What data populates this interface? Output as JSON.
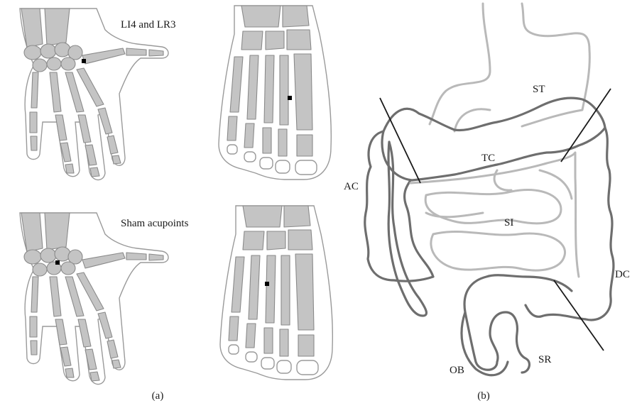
{
  "panel_a": {
    "caption": "(a)",
    "top_label": "LI4 and LR3",
    "bottom_label": "Sham acupoints"
  },
  "panel_b": {
    "caption": "(b)",
    "labels": {
      "ST": "ST",
      "TC": "TC",
      "AC": "AC",
      "SI": "SI",
      "DC": "DC",
      "SR": "SR",
      "OB": "OB"
    }
  }
}
